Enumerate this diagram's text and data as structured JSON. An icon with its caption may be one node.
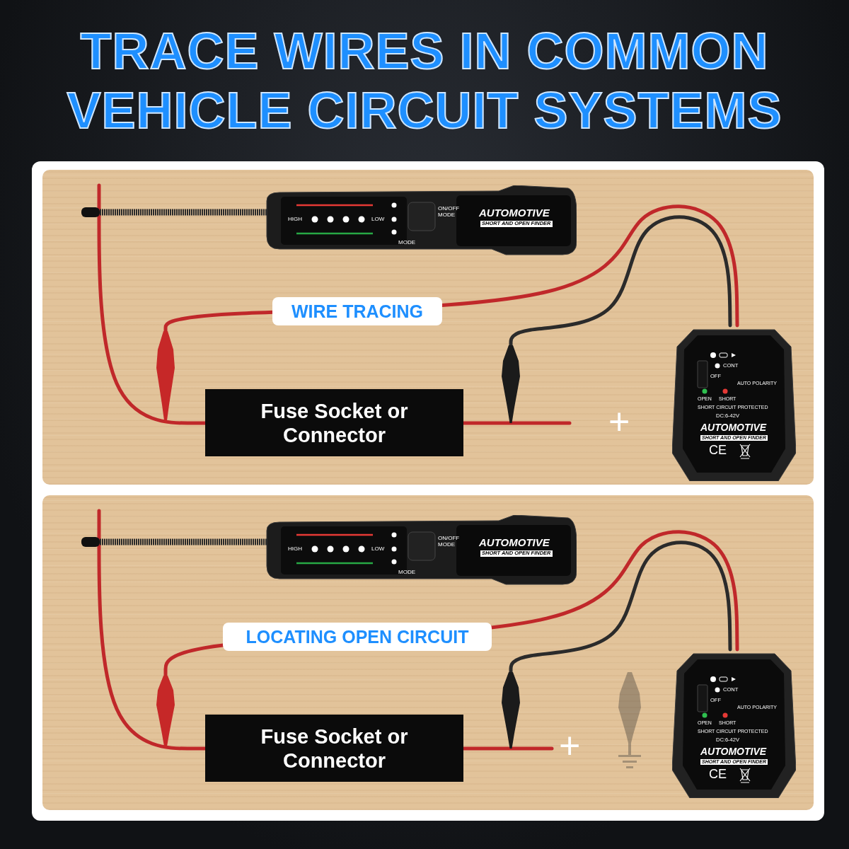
{
  "diagram": {
    "title": "TRACE WIRES IN COMMON VEHICLE CIRCUIT SYSTEMS",
    "nodes": [
      {
        "text": [],
        "shape": "box"
      },
      {
        "text": [
          "HIGH",
          "LOW",
          "MODE",
          "ON/OFF MODE",
          "AUTOMOTIVE",
          "SHORT AND OPEN FINDER"
        ],
        "in": 0
      },
      {
        "text": [],
        "shape": "picture",
        "in": 0
      },
      {
        "text": [
          "Fuse Socket or Connector"
        ],
        "in": 0
      },
      {
        "text": [],
        "shape": "picture",
        "in": 0
      },
      {
        "text": [
          "CONT",
          "OFF",
          "OPEN",
          "SHORT",
          "AUTO POLARITY",
          "SHORT CIRCUIT PROTECTED",
          "DC:6-42V",
          "AUTOMOTIVE",
          "SHORT AND OPEN FINDER",
          "CE"
        ],
        "in": 0
      },
      {
        "text": [],
        "shape": "box"
      },
      {
        "text": [
          "HIGH",
          "LOW",
          "MODE",
          "ON/OFF MODE",
          "AUTOMOTIVE",
          "SHORT AND OPEN FINDER"
        ],
        "in": 6
      },
      {
        "text": [],
        "shape": "picture",
        "in": 6
      },
      {
        "text": [
          "Fuse Socket or Connector"
        ],
        "in": 6
      },
      {
        "text": [],
        "shape": "picture",
        "in": 6
      },
      {
        "text": [
          "CONT",
          "OFF",
          "OPEN",
          "SHORT",
          "AUTO POLARITY",
          "SHORT CIRCUIT PROTECTED",
          "DC:6-42V",
          "AUTOMOTIVE",
          "SHORT AND OPEN FINDER",
          "CE"
        ],
        "in": 6
      }
    ],
    "edges": [
      {
        "from": null,
        "to": 3,
        "arrow": "none"
      },
      {
        "from": 3,
        "to": null,
        "arrow": "none"
      },
      {
        "from": 2,
        "to": 5,
        "arrow": "none",
        "label": "WIRE TRACING"
      },
      {
        "from": 4,
        "to": 5,
        "arrow": "none",
        "color": "#2b2b2b"
      },
      {
        "from": null,
        "to": 9,
        "arrow": "none"
      },
      {
        "from": 9,
        "to": null,
        "arrow": "none"
      },
      {
        "from": 8,
        "to": 11,
        "arrow": "none",
        "label": "LOCATING OPEN CIRCUIT"
      },
      {
        "from": 10,
        "to": 11,
        "arrow": "none",
        "color": "#2b2b2b"
      }
    ],
    "labels": [
      "+",
      "+"
    ]
  }
}
